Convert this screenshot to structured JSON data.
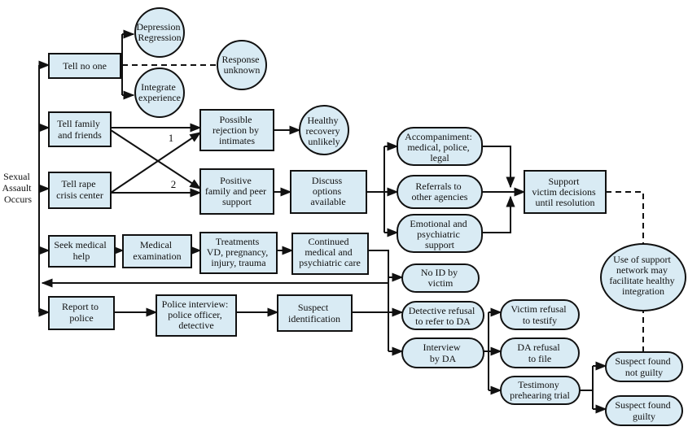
{
  "start": [
    "Sexual",
    "Assault",
    "Occurs"
  ],
  "nodes": {
    "tell_no_one": [
      "Tell no one"
    ],
    "depression": [
      "Depression",
      "Regression"
    ],
    "integrate": [
      "Integrate",
      "experience"
    ],
    "response_unknown": [
      "Response",
      "unknown"
    ],
    "tell_family": [
      "Tell family",
      "and friends"
    ],
    "tell_rape": [
      "Tell rape",
      "crisis center"
    ],
    "possible_rejection": [
      "Possible",
      "rejection by",
      "intimates"
    ],
    "healthy_unlikely": [
      "Healthy",
      "recovery",
      "unlikely"
    ],
    "positive_support": [
      "Positive",
      "family and peer",
      "support"
    ],
    "discuss_options": [
      "Discuss",
      "options",
      "available"
    ],
    "accompaniment": [
      "Accompaniment:",
      "medical, police,",
      "legal"
    ],
    "referrals": [
      "Referrals to",
      "other agencies"
    ],
    "emotional": [
      "Emotional and",
      "psychiatric",
      "support"
    ],
    "support_victim": [
      "Support",
      "victim decisions",
      "until resolution"
    ],
    "seek_medical": [
      "Seek medical",
      "help"
    ],
    "medical_exam": [
      "Medical",
      "examination"
    ],
    "treatments": [
      "Treatments",
      "VD, pregnancy,",
      "injury, trauma"
    ],
    "continued_care": [
      "Continued",
      "medical and",
      "psychiatric care"
    ],
    "use_support": [
      "Use of support",
      "network may",
      "facilitate healthy",
      "integration"
    ],
    "no_id": [
      "No ID by",
      "victim"
    ],
    "report_police": [
      "Report to",
      "police"
    ],
    "police_interview": [
      "Police interview:",
      "police officer,",
      "detective"
    ],
    "suspect_id": [
      "Suspect",
      "identification"
    ],
    "detective_refusal": [
      "Detective refusal",
      "to refer to DA"
    ],
    "victim_refusal": [
      "Victim refusal",
      "to testify"
    ],
    "interview_da": [
      "Interview",
      "by DA"
    ],
    "da_refusal": [
      "DA refusal",
      "to file"
    ],
    "testimony": [
      "Testimony",
      "prehearing trial"
    ],
    "not_guilty": [
      "Suspect found",
      "not guilty"
    ],
    "guilty": [
      "Suspect found",
      "guilty"
    ]
  },
  "edge_labels": {
    "path_1": "1",
    "path_2": "2"
  }
}
